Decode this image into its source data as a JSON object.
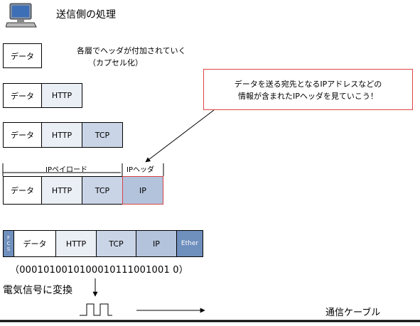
{
  "header": {
    "title": "送信側の処理",
    "icon": "computer-icon"
  },
  "encapsulation": {
    "label_line1": "各層でヘッダが付加されていく",
    "label_line2": "（カプセル化）"
  },
  "cells": {
    "data": "データ",
    "http": "HTTP",
    "tcp": "TCP",
    "ip": "IP",
    "ether": "Ether",
    "fcs": "FCS"
  },
  "bracket": {
    "ip_payload": "IPペイロード",
    "ip_header": "IPヘッダ"
  },
  "callout": {
    "line1": "データを送る宛先となるIPアドレスなどの",
    "line2": "情報が含まれたIPヘッダを見ていこう！"
  },
  "bits": "（0001010010100010111001001 0）",
  "conversion": "電気信号に変換",
  "cable": "通信ケーブル",
  "colors": {
    "http": "#eaeef5",
    "tcp": "#c9d4e6",
    "ip": "#b3c3dc",
    "ether": "#6f8fbd",
    "callout_border": "#d44444"
  }
}
